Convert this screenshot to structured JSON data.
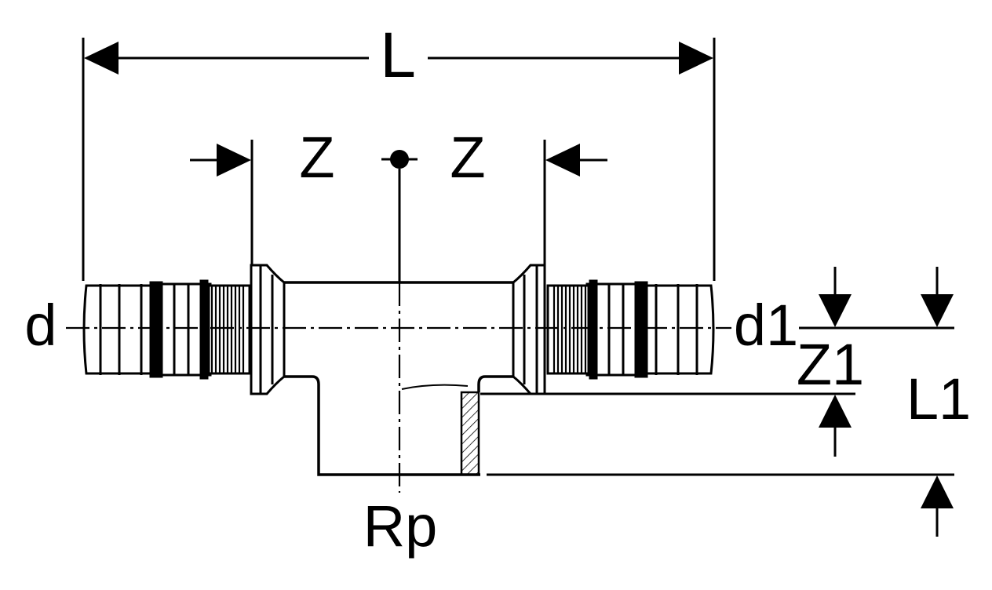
{
  "labels": {
    "length": "L",
    "z_left": "Z",
    "z_right": "Z",
    "d": "d",
    "d1": "d1",
    "z1": "Z1",
    "l1": "L1",
    "rp": "Rp"
  },
  "colors": {
    "ink": "#000000",
    "paper": "#ffffff"
  }
}
